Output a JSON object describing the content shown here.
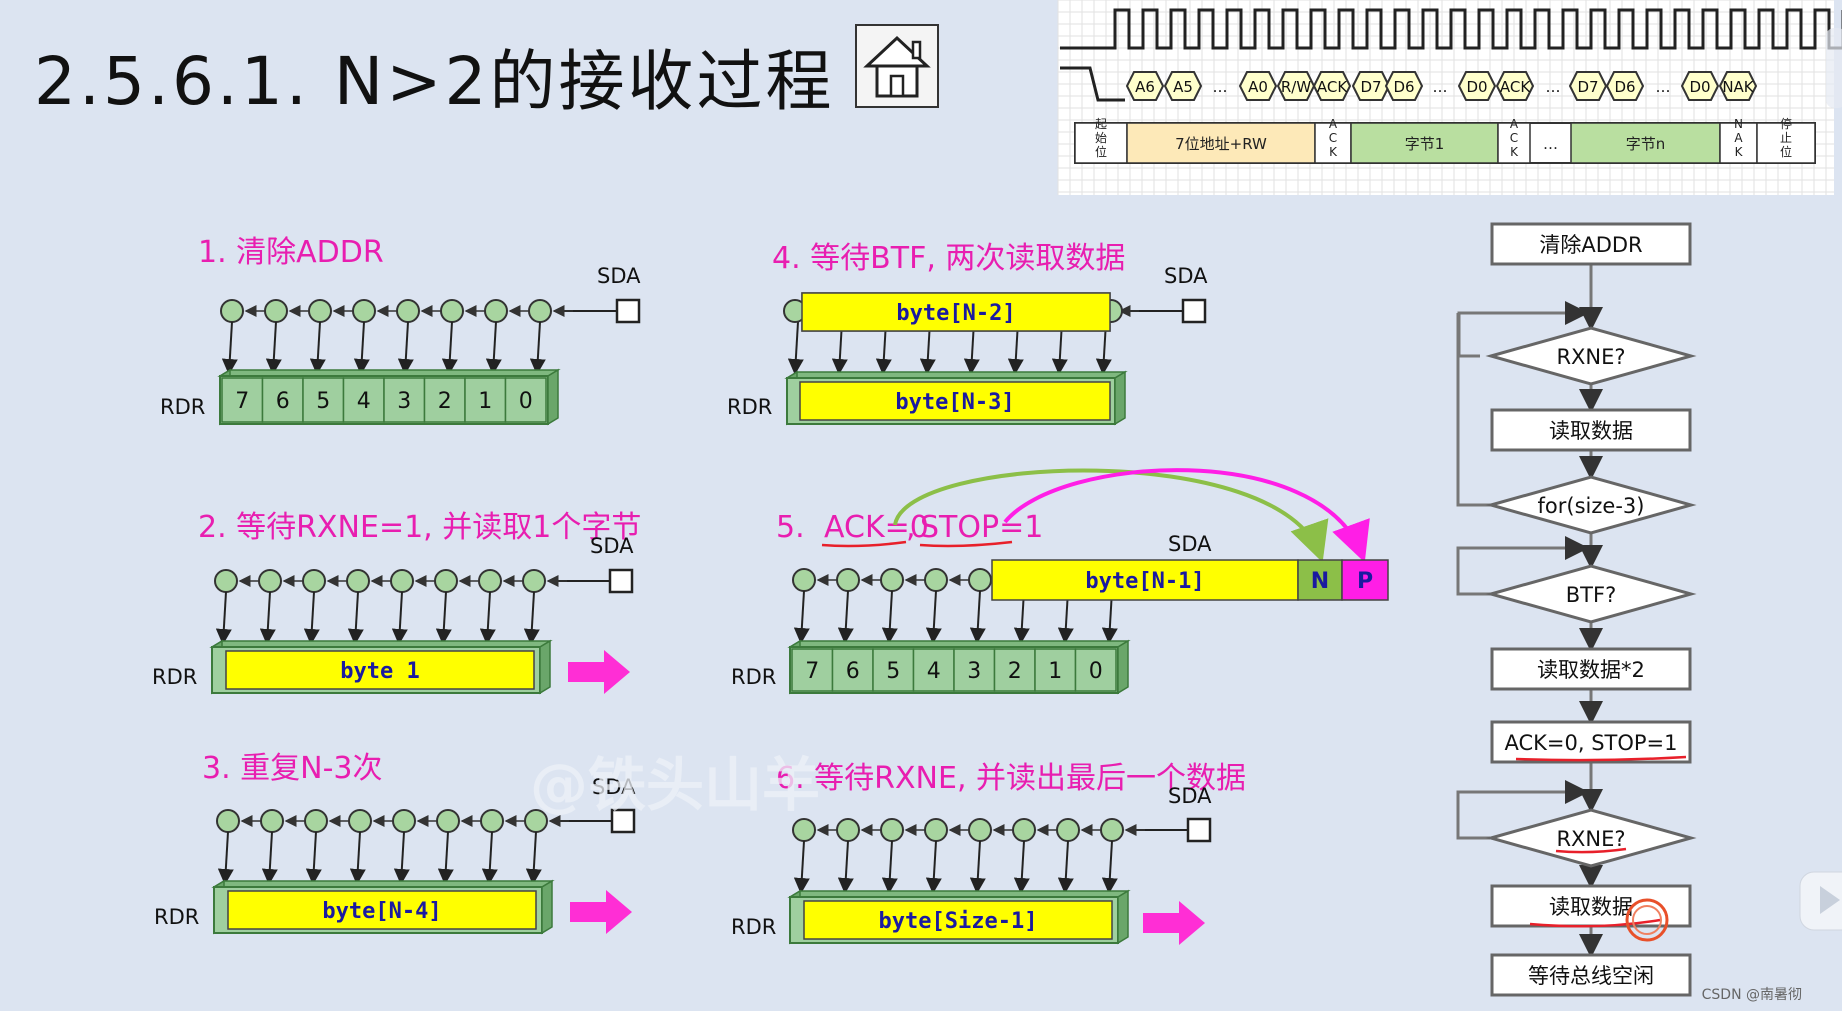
{
  "title": "2.5.6.1. N>2的接收过程",
  "home_button": {
    "icon": "house-icon"
  },
  "timing": {
    "signals": [
      "A6",
      "A5",
      "…",
      "A0",
      "R/W",
      "ACK",
      "D7",
      "D6",
      "…",
      "D0",
      "ACK",
      "…",
      "D7",
      "D6",
      "…",
      "D0",
      "NAK"
    ],
    "fields": [
      "起始位",
      "7位地址+RW",
      "ACK",
      "字节1",
      "ACK",
      "…",
      "字节n",
      "NAK",
      "停止位"
    ]
  },
  "steps": [
    {
      "label": "1.  清除ADDR",
      "bus": "SDA",
      "reg": "RDR",
      "bits": [
        "7",
        "6",
        "5",
        "4",
        "3",
        "2",
        "1",
        "0"
      ]
    },
    {
      "label": "2.  等待RXNE=1, 并读取1个字节",
      "bus": "SDA",
      "reg": "RDR",
      "byte": "byte 1"
    },
    {
      "label": "3.  重复N-3次",
      "bus": "SDA",
      "reg": "RDR",
      "byte": "byte[N-4]"
    },
    {
      "label": "4.  等待BTF, 两次读取数据",
      "bus": "SDA",
      "reg": "RDR",
      "shift_byte": "byte[N-2]",
      "byte": "byte[N-3]"
    },
    {
      "label_num": "5.",
      "ack": "ACK=0",
      "stop": "STOP=1",
      "bus": "SDA",
      "reg": "RDR",
      "shift_byte": "byte[N-1]",
      "nack": "N",
      "stop_bit": "P",
      "bits": [
        "7",
        "6",
        "5",
        "4",
        "3",
        "2",
        "1",
        "0"
      ]
    },
    {
      "label": "6.  等待RXNE, 并读出最后一个数据",
      "bus": "SDA",
      "reg": "RDR",
      "byte": "byte[Size-1]"
    }
  ],
  "flowchart": [
    "清除ADDR",
    "RXNE?",
    "读取数据",
    "for(size-3)",
    "BTF?",
    "读取数据*2",
    "ACK=0, STOP=1",
    "RXNE?",
    "读取数据",
    "等待总线空闲"
  ],
  "watermark": "@铁头山羊",
  "credit": "CSDN @南暑彻",
  "colors": {
    "step_label": "#e81eb0",
    "byte_fill": "#ffff00",
    "byte_text": "#1a1aa0",
    "reg_green": "#9fcf9f",
    "nack_green": "#8cbf48",
    "stop_magenta": "#ff1ee6",
    "arrow_magenta": "#ff2ed5",
    "dot_green": "#a8d5a0"
  }
}
